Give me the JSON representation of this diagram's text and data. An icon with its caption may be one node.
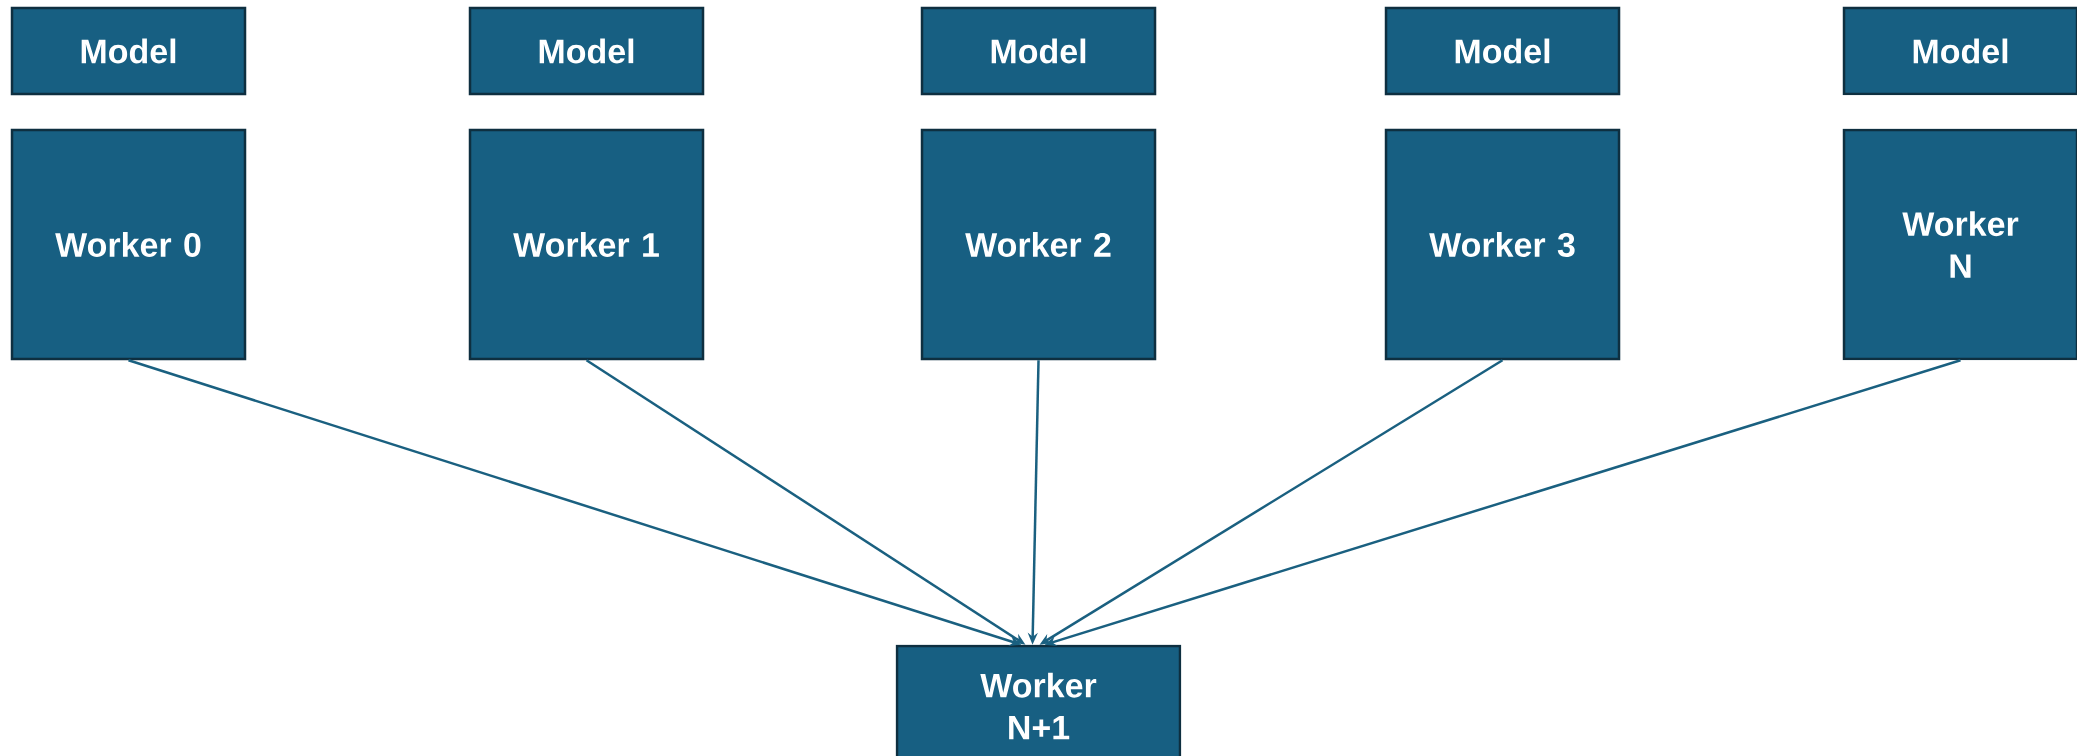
{
  "diagram": {
    "nodes": [
      {
        "text": [
          "Model"
        ]
      },
      {
        "text": [
          "Model"
        ]
      },
      {
        "text": [
          "Model"
        ]
      },
      {
        "text": [
          "Model"
        ]
      },
      {
        "text": [
          "Model"
        ]
      },
      {
        "text": [
          "Worker 0"
        ]
      },
      {
        "text": [
          "Worker 1"
        ]
      },
      {
        "text": [
          "Worker 2"
        ]
      },
      {
        "text": [
          "Worker 3"
        ]
      },
      {
        "text": [
          "Worker N"
        ]
      },
      {
        "text": [
          "Worker N+1"
        ]
      }
    ],
    "edges": [
      {
        "from": 5,
        "to": 10,
        "arrow": "to"
      },
      {
        "from": 6,
        "to": 10,
        "arrow": "to"
      },
      {
        "from": 7,
        "to": 10,
        "arrow": "to"
      },
      {
        "from": 8,
        "to": 10,
        "arrow": "to"
      },
      {
        "from": 9,
        "to": 10,
        "arrow": "to"
      }
    ]
  }
}
